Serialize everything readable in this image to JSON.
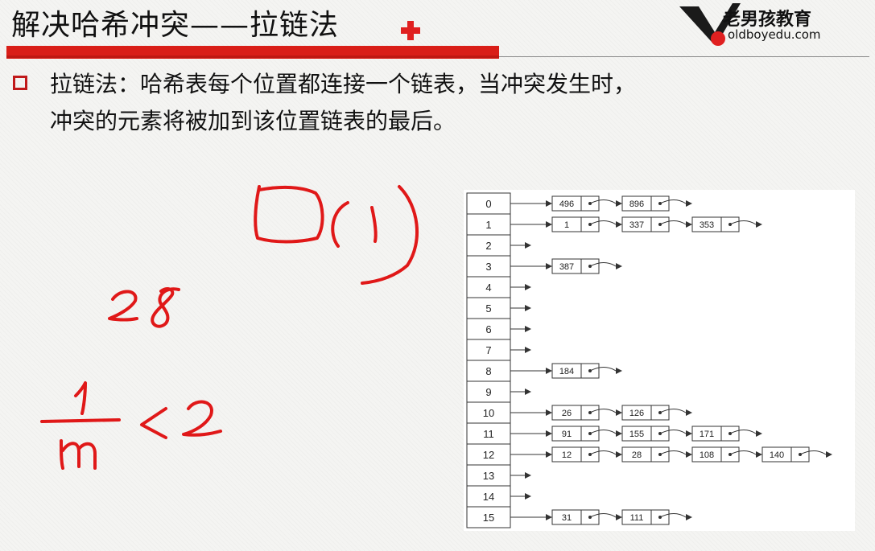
{
  "title": "解决哈希冲突——拉链法",
  "logo": {
    "name_cn": "老男孩教育",
    "url": "oldboyedu.com"
  },
  "bullet_text": {
    "line1": "拉链法：哈希表每个位置都连接一个链表，当冲突发生时，",
    "line2": "冲突的元素将被加到该位置链表的最后。"
  },
  "colors": {
    "accent": "#d91e18",
    "ink": "#e01818",
    "box": "#333333"
  },
  "handwriting": [
    "O(1)",
    "28",
    "1/m < 2"
  ],
  "hash_table": [
    {
      "index": "0",
      "chain": [
        "496",
        "896"
      ]
    },
    {
      "index": "1",
      "chain": [
        "1",
        "337",
        "353"
      ]
    },
    {
      "index": "2",
      "chain": []
    },
    {
      "index": "3",
      "chain": [
        "387"
      ]
    },
    {
      "index": "4",
      "chain": []
    },
    {
      "index": "5",
      "chain": []
    },
    {
      "index": "6",
      "chain": []
    },
    {
      "index": "7",
      "chain": []
    },
    {
      "index": "8",
      "chain": [
        "184"
      ]
    },
    {
      "index": "9",
      "chain": []
    },
    {
      "index": "10",
      "chain": [
        "26",
        "126"
      ]
    },
    {
      "index": "11",
      "chain": [
        "91",
        "155",
        "171"
      ]
    },
    {
      "index": "12",
      "chain": [
        "12",
        "28",
        "108",
        "140"
      ]
    },
    {
      "index": "13",
      "chain": []
    },
    {
      "index": "14",
      "chain": []
    },
    {
      "index": "15",
      "chain": [
        "31",
        "111"
      ]
    }
  ]
}
